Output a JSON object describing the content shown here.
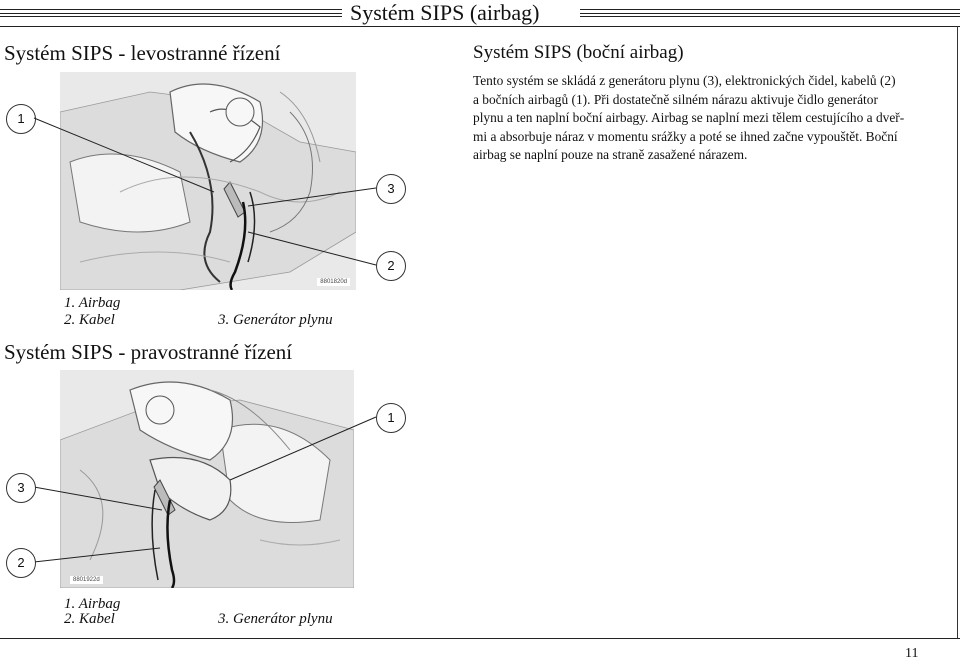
{
  "header": {
    "title": "Systém SIPS (airbag)"
  },
  "left": {
    "section1_title": "Systém SIPS - levostranné řízení",
    "figure1": {
      "code": "8801820d",
      "callouts": [
        "1",
        "3",
        "2"
      ],
      "legend": {
        "item1": "1. Airbag",
        "item2": "2. Kabel",
        "item3": "3. Generátor plynu"
      }
    },
    "section2_title": "Systém SIPS - pravostranné řízení",
    "figure2": {
      "code": "8801922d",
      "callouts": [
        "1",
        "3",
        "2"
      ],
      "legend": {
        "item1": "1. Airbag",
        "item2": "2. Kabel",
        "item3": "3. Generátor plynu"
      }
    }
  },
  "right": {
    "heading": "Systém SIPS (boční airbag)",
    "lines": [
      "Tento systém se skládá z generátoru plynu (3), elektronických čidel, kabelů (2)",
      "a bočních airbagů (1). Při dostatečně silném nárazu aktivuje čidlo generátor",
      "plynu a ten naplní boční airbagy. Airbag se naplní mezi tělem cestujícího a dveř-",
      "mi a absorbuje náraz v momentu srážky a poté se ihned začne vypouštět. Boční",
      "airbag se naplní pouze na straně zasažené nárazem."
    ]
  },
  "footer": {
    "page_number": "11"
  }
}
